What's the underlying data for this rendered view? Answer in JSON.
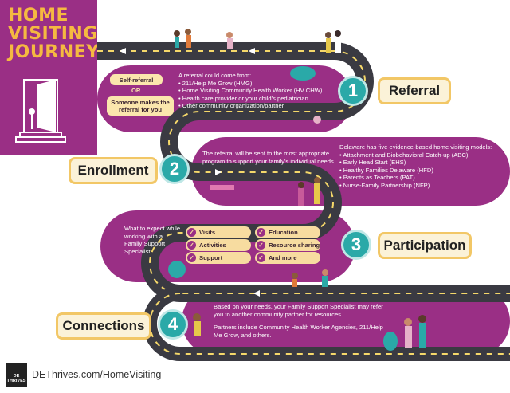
{
  "title_lines": [
    "HOME",
    "VISITING",
    "JOURNEY"
  ],
  "colors": {
    "purple": "#9a2f85",
    "gold": "#f5b941",
    "teal": "#2aa9a8",
    "road": "#3a3a42",
    "cream": "#fbf2d8"
  },
  "step1": {
    "number": "1",
    "label": "Referral",
    "chip_self": "Self-referral",
    "or": "OR",
    "chip_other": "Someone makes the referral for you",
    "intro": "A referral could come from:",
    "items": [
      "211/Help Me Grow (HMG)",
      "Home Visiting Community Health Worker (HV CHW)",
      "Health care provider or your child's pediatrician",
      "Other community organization/partner"
    ]
  },
  "step2": {
    "number": "2",
    "label": "Enrollment",
    "text": "The referral will be sent to the most appropriate program to support your family's individual needs.",
    "models_intro": "Delaware has five evidence-based home visiting models:",
    "models": [
      "Attachment and Biobehavioral Catch-up (ABC)",
      "Early Head Start (EHS)",
      "Healthy Families Delaware (HFD)",
      "Parents as Teachers (PAT)",
      "Nurse-Family Partnership (NFP)"
    ]
  },
  "step3": {
    "number": "3",
    "label": "Participation",
    "intro": "What to expect while working with a Family Support Specialist:",
    "pills": [
      "Visits",
      "Education",
      "Activities",
      "Resource sharing",
      "Support",
      "And more"
    ]
  },
  "step4": {
    "number": "4",
    "label": "Connections",
    "text1": "Based on your needs, your Family Support Specialist may refer you to another community partner for resources.",
    "text2": "Partners include Community Health Worker Agencies, 211/Help Me Grow, and others."
  },
  "footer": {
    "url": "DEThrives.com/HomeVisiting",
    "logo_line1": "DE",
    "logo_line2": "THRIVES"
  }
}
